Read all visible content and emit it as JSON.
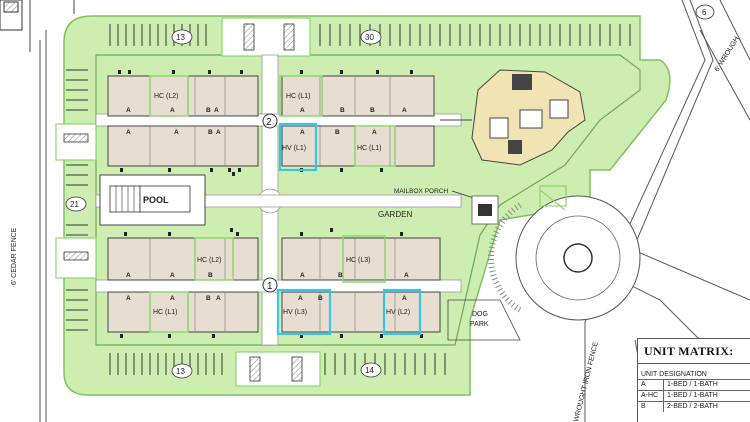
{
  "labels": {
    "pool": "POOL",
    "garden": "GARDEN",
    "mailbox": "MAILBOX PORCH",
    "dog_park_1": "DOG",
    "dog_park_2": "PARK",
    "cedar_fence": "6' CEDAR FENCE",
    "iron_fence": "WROUGHT IRON FENCE",
    "wrought_top": "6' WROUGH",
    "node_2": "2",
    "node_1": "1"
  },
  "parking_counts": {
    "top_left": "13",
    "top_right": "30",
    "left_mid": "21",
    "bottom_left": "13",
    "bottom_right": "14",
    "corner": "6"
  },
  "unit_tags": {
    "hc_l2": "HC (L2)",
    "hc_l1_a": "HC (L1)",
    "hv_l1": "HV (L1)",
    "hc_l1_b": "HC (L1)",
    "hc_l2_b": "HC (L2)",
    "hc_l3": "HC (L3)",
    "hc_l1_c": "HC (L1)",
    "hv_l3": "HV (L3)",
    "hv_l2": "HV (L2)"
  },
  "unit_letters": {
    "a": "A",
    "b": "B"
  },
  "unit_matrix": {
    "title": "UNIT MATRIX:",
    "subtitle": "UNIT DESIGNATION",
    "rows": [
      {
        "code": "A",
        "desc": "1-BED / 1-BATH"
      },
      {
        "code": "A-HC",
        "desc": "1-BED / 1-BATH"
      },
      {
        "code": "B",
        "desc": "2-BED / 2-BATH"
      }
    ]
  },
  "colors": {
    "lawn": "#cdeeb0",
    "building": "#e7ddd0",
    "lawn_edge": "#7fc160",
    "hv_highlight": "#35c8e6",
    "hc_highlight": "#8ad86e",
    "clubhouse": "#f1e4b4"
  }
}
